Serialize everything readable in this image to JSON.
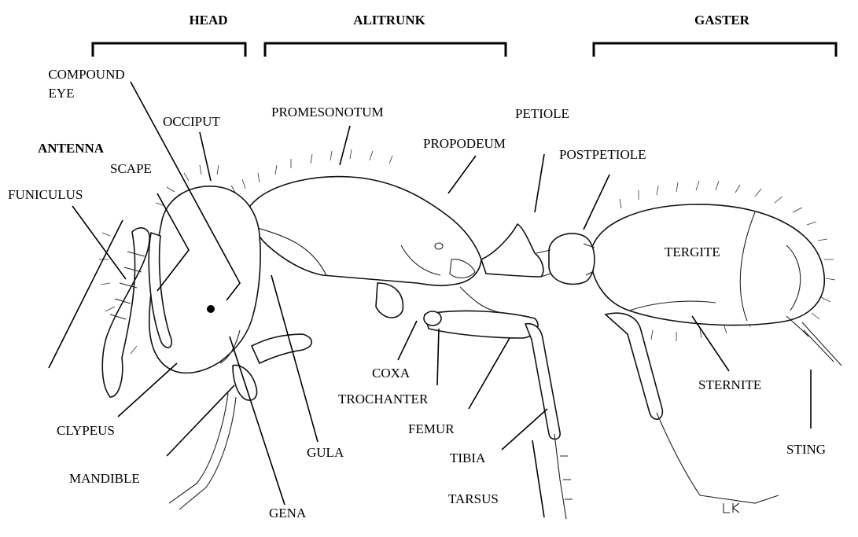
{
  "sections": {
    "head": "HEAD",
    "alitrunk": "ALITRUNK",
    "gaster": "GASTER"
  },
  "labels": {
    "compound_eye_1": "COMPOUND",
    "compound_eye_2": "EYE",
    "occiput": "OCCIPUT",
    "antenna": "ANTENNA",
    "scape": "SCAPE",
    "funiculus": "FUNICULUS",
    "promesonotum": "PROMESONOTUM",
    "propodeum": "PROPODEUM",
    "petiole": "PETIOLE",
    "postpetiole": "POSTPETIOLE",
    "tergite": "TERGITE",
    "coxa": "COXA",
    "trochanter": "TROCHANTER",
    "femur": "FEMUR",
    "tibia": "TIBIA",
    "tarsus": "TARSUS",
    "sternite": "STERNITE",
    "sting": "STING",
    "clypeus": "CLYPEUS",
    "mandible": "MANDIBLE",
    "gula": "GULA",
    "gena": "GENA"
  }
}
